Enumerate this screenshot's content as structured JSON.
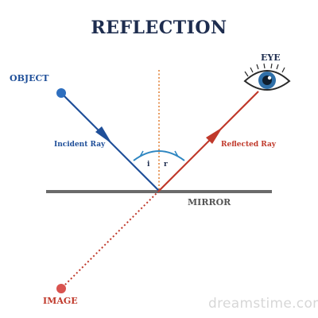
{
  "title": "REFLECTION",
  "labels": {
    "object": "OBJECT",
    "eye": "EYE",
    "incident_ray": "Incident Ray",
    "reflected_ray": "Reflected Ray",
    "mirror": "MIRROR",
    "image": "IMAGE",
    "angle_incidence": "i",
    "angle_reflection": "r"
  },
  "watermark": "dreamstime.com",
  "colors": {
    "incident": "#1f4f99",
    "reflected": "#c0392b",
    "normal": "#e07b2e",
    "mirror": "#6b6b6b",
    "angle_arc": "#2e86c1",
    "title": "#1e2d4f"
  },
  "icons": [
    "object-point",
    "eye-icon",
    "image-point",
    "arrow-head"
  ]
}
